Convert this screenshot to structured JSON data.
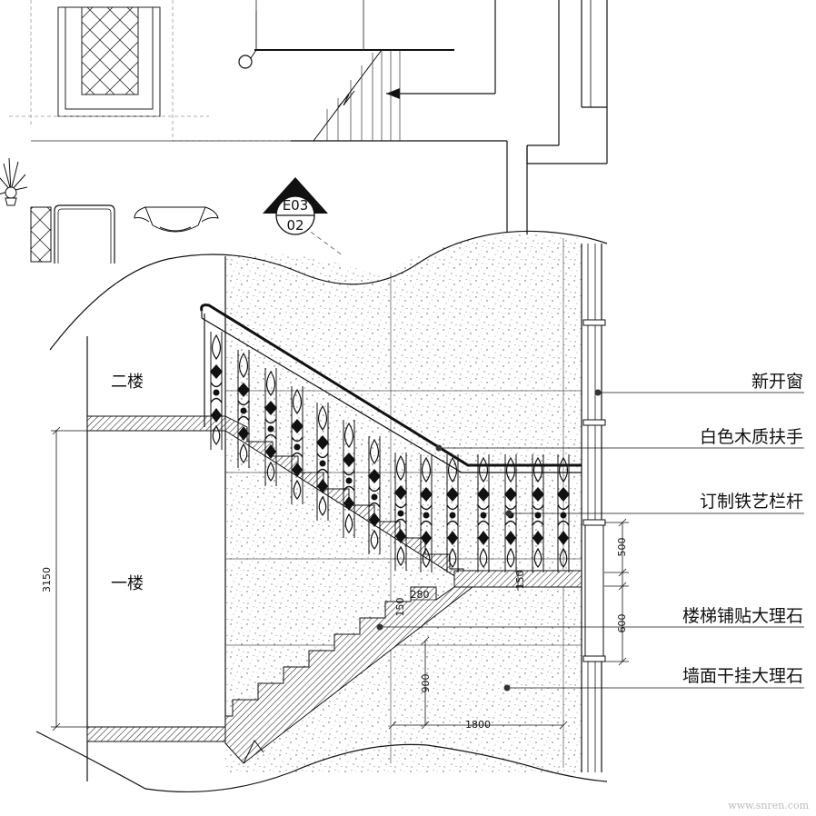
{
  "section_tag": {
    "code": "E03",
    "sheet": "02"
  },
  "floors": {
    "upper": "二楼",
    "lower": "一楼"
  },
  "callouts": [
    {
      "id": "new-window",
      "text": "新开窗"
    },
    {
      "id": "white-wood-handrail",
      "text": "白色木质扶手"
    },
    {
      "id": "custom-iron-railing",
      "text": "订制铁艺栏杆"
    },
    {
      "id": "stair-marble-paving",
      "text": "楼梯铺贴大理石"
    },
    {
      "id": "wall-dry-hung-marble",
      "text": "墙面干挂大理石"
    }
  ],
  "dimensions": {
    "total_height": "3150",
    "rail_height": "500",
    "window_gap": "600",
    "tread_depth": "280",
    "riser_height": "150",
    "landing_thickness": "150",
    "low_height": "900",
    "landing_width": "1800"
  },
  "watermark": "www.snren.com"
}
